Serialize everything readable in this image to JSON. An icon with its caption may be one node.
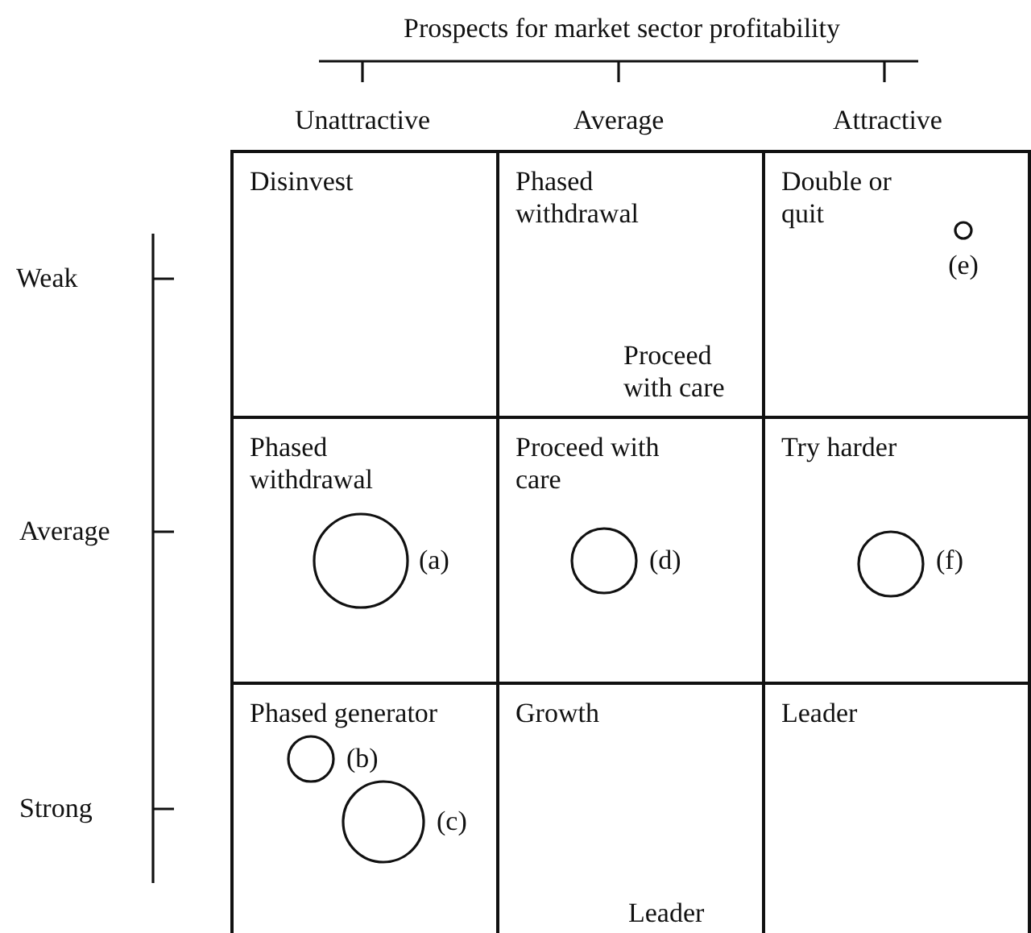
{
  "diagram": {
    "nodes": [
      {
        "text": [
          "Disinvest"
        ]
      },
      {
        "text": [
          "Phased withdrawal",
          "Proceed with care"
        ]
      },
      {
        "text": [
          "Double or quit"
        ]
      },
      {
        "text": [],
        "shape": "circle",
        "in": 2,
        "beside": [
          "(e)"
        ]
      },
      {
        "text": [
          "Phased withdrawal"
        ]
      },
      {
        "text": [],
        "shape": "circle",
        "in": 4,
        "beside": [
          "(a)"
        ]
      },
      {
        "text": [
          "Proceed with care"
        ]
      },
      {
        "text": [],
        "shape": "circle",
        "in": 6,
        "beside": [
          "(d)"
        ]
      },
      {
        "text": [
          "Try harder"
        ]
      },
      {
        "text": [],
        "shape": "circle",
        "in": 8,
        "beside": [
          "(f)"
        ]
      },
      {
        "text": [
          "Phased generator"
        ]
      },
      {
        "text": [],
        "shape": "circle",
        "in": 10,
        "beside": [
          "(b)"
        ]
      },
      {
        "text": [],
        "shape": "circle",
        "in": 10,
        "beside": [
          "(c)"
        ]
      },
      {
        "text": [
          "Growth",
          "Leader"
        ]
      },
      {
        "text": [
          "Leader"
        ]
      }
    ],
    "labels": [
      "Prospects for market sector profitability",
      "Unattractive",
      "Average",
      "Attractive",
      "Weak",
      "Average",
      "Strong"
    ]
  }
}
